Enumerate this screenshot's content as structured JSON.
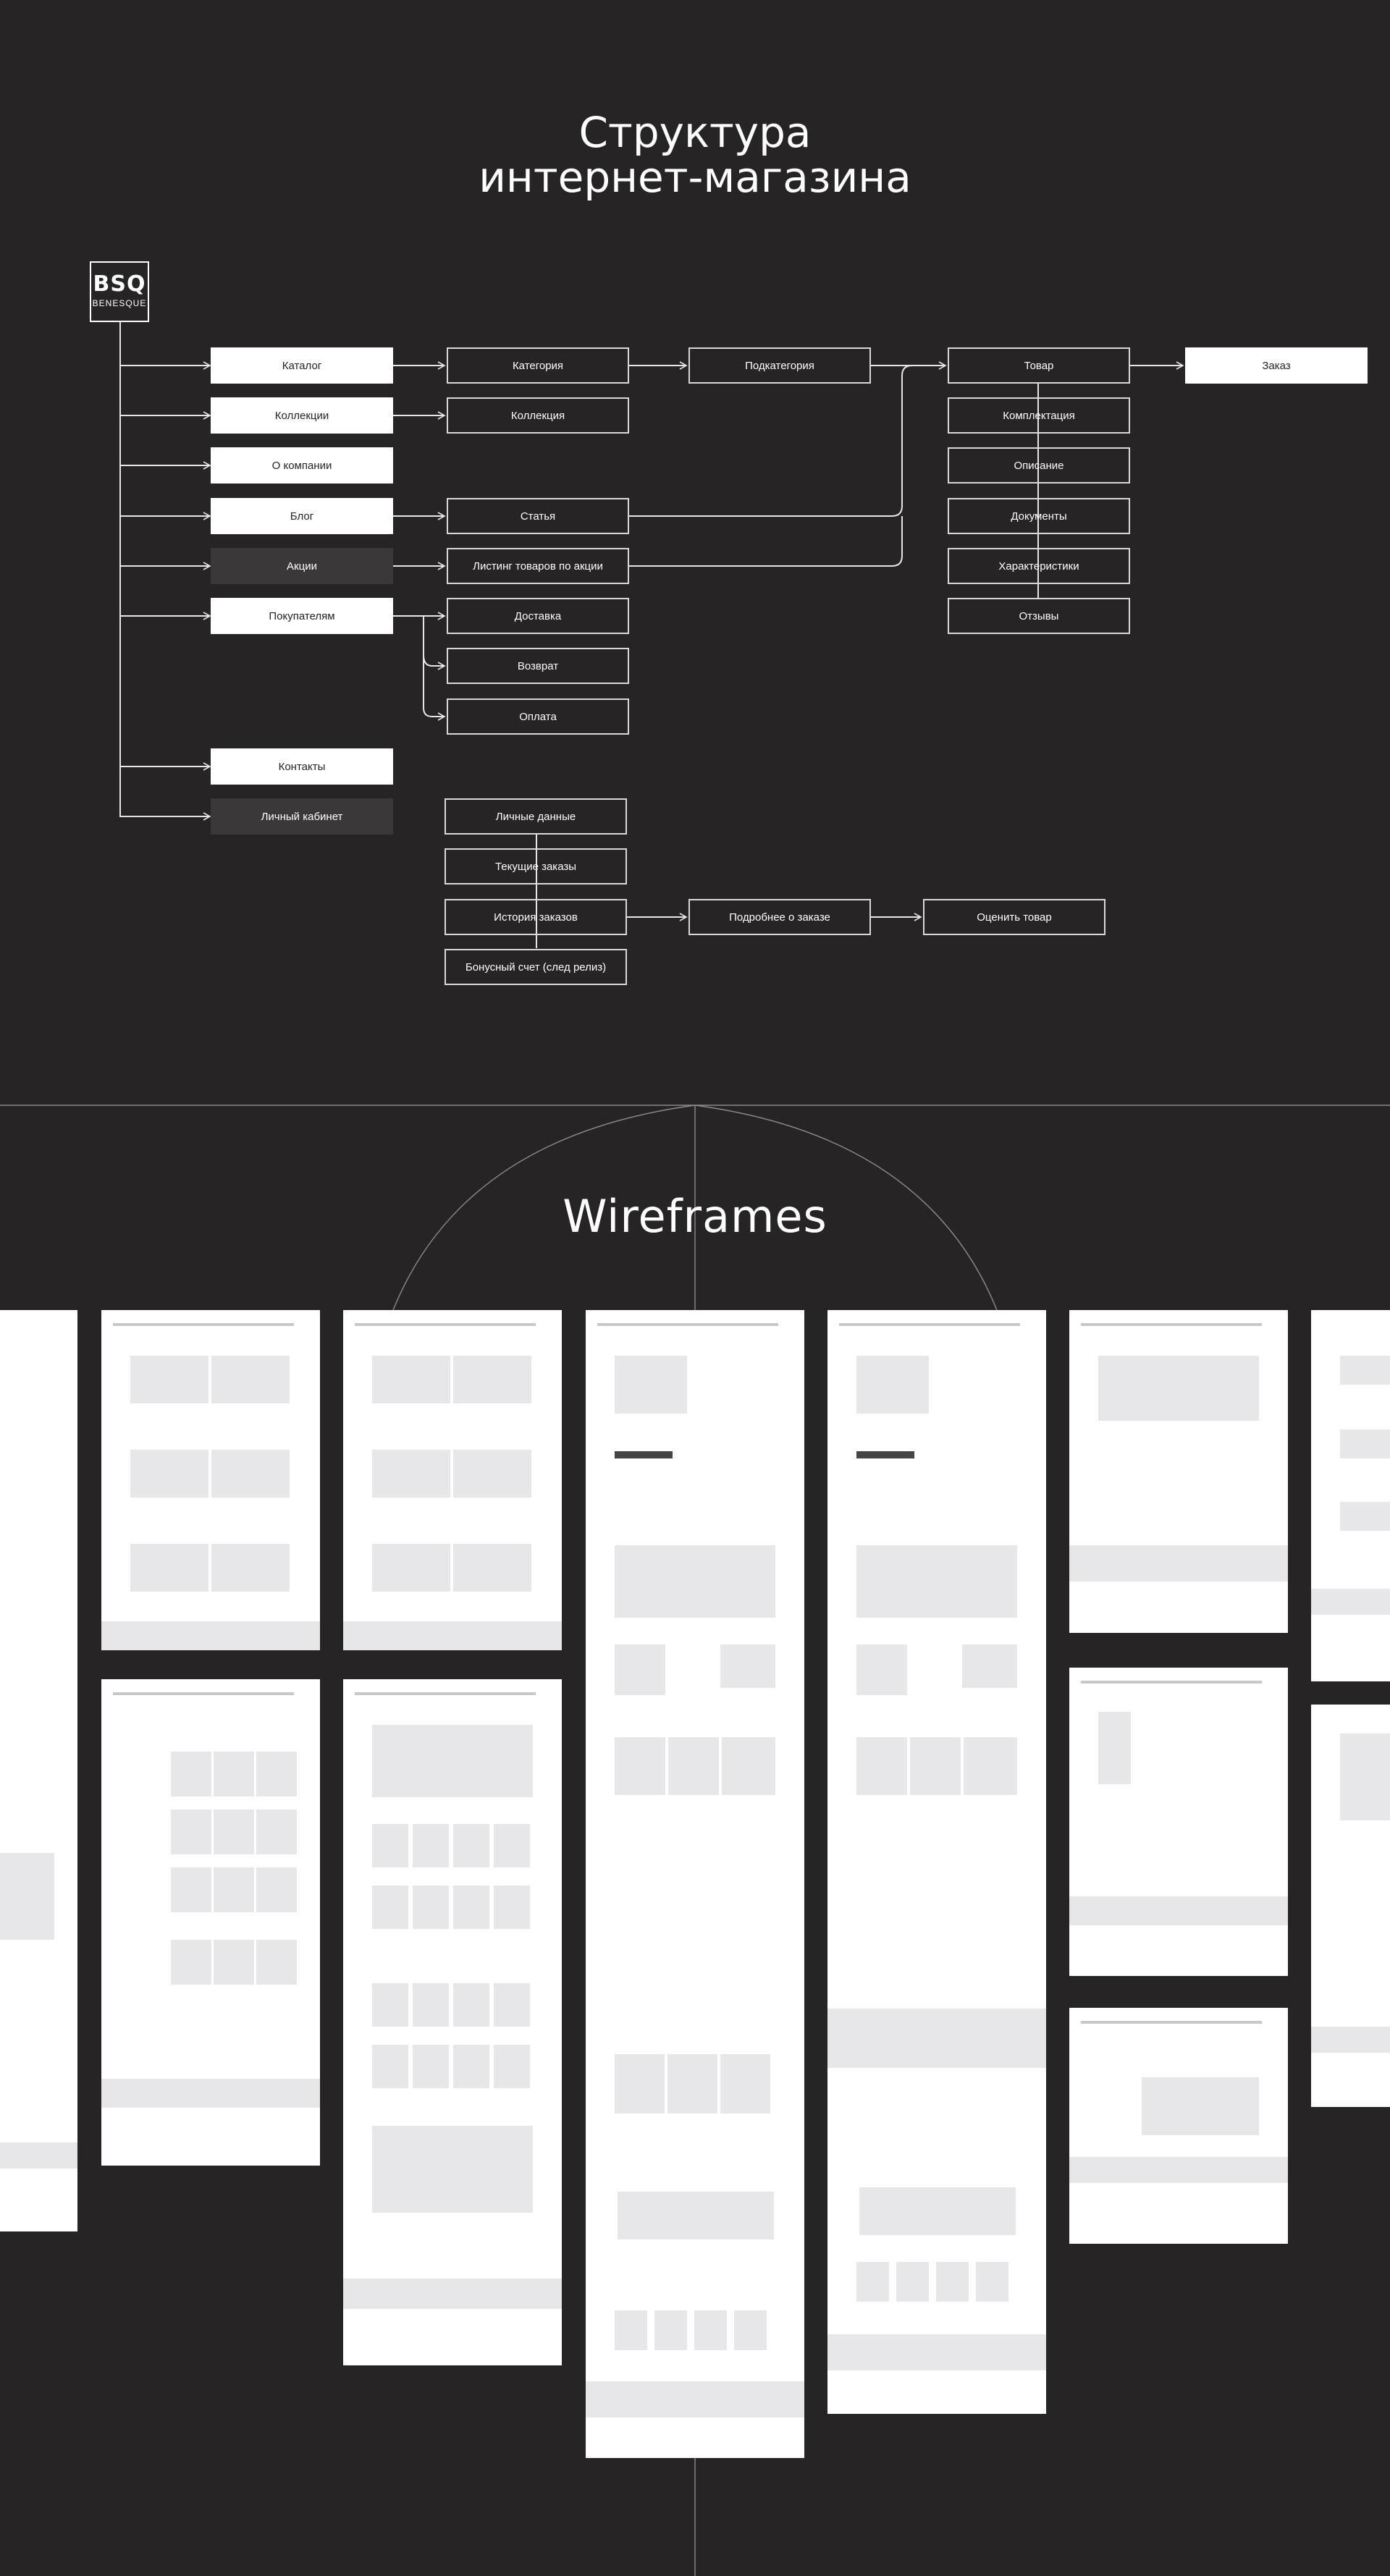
{
  "header": {
    "title_line1": "Структура",
    "title_line2": "интернет-магазина"
  },
  "logo": {
    "mark": "BSQ",
    "name": "BENESQUE"
  },
  "sitemap": {
    "main_sections": [
      "Каталог",
      "Коллекции",
      "О компании",
      "Блог",
      "Акции",
      "Покупателям",
      "Контакты",
      "Личный кабинет"
    ],
    "catalog_chain": [
      "Категория",
      "Подкатегория",
      "Товар",
      "Заказ"
    ],
    "collections_child": "Коллекция",
    "blog_child": "Статья",
    "promo_child": "Листинг товаров по акции",
    "product_children": [
      "Комплектация",
      "Описание",
      "Документы",
      "Характеристики",
      "Отзывы"
    ],
    "buyers_children": [
      "Доставка",
      "Возврат",
      "Оплата"
    ],
    "account_children": [
      "Личные данные",
      "Текущие заказы",
      "История заказов",
      "Бонусный счет  (след релиз)"
    ],
    "order_history_chain": [
      "Подробнее о заказе",
      "Оценить товар"
    ]
  },
  "wireframes": {
    "title": "Wireframes"
  },
  "colors": {
    "background": "#262424",
    "box_white": "#ffffff",
    "box_dark": "#3a3838",
    "outline": "#d9d9d9",
    "wireframe_gray": "#e7e7e9"
  }
}
